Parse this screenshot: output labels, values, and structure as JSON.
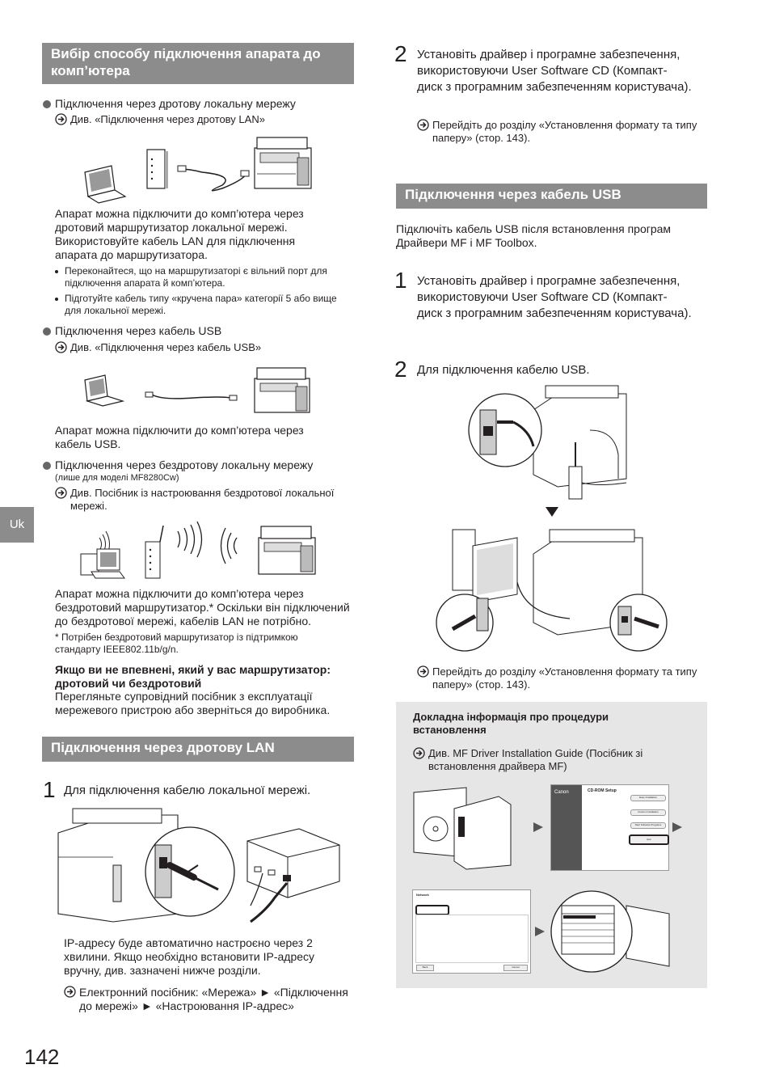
{
  "left": {
    "section1_title": "Вибір способу підключення апарата до комп’ютера",
    "wired": {
      "bullet": "Підключення через дротову локальну мережу",
      "ref": "Див. «Підключення через дротову LAN»",
      "desc": "Апарат можна підключити до комп’ютера через дротовий маршрутизатор локальної мережі. Використовуйте кабель LAN для підключення апарата до маршрутизатора.",
      "note1": "Переконайтеся, що на маршрутизаторі є вільний порт для підключення апарата й комп’ютера.",
      "note2": "Підготуйте кабель типу «кручена пара» категорії 5 або вище для локальної мережі."
    },
    "usb": {
      "bullet": "Підключення через кабель USB",
      "ref": "Див. «Підключення через кабель USB»",
      "desc": "Апарат можна підключити до комп’ютера через кабель USB."
    },
    "wireless": {
      "bullet": "Підключення через бездротову локальну мережу",
      "model_note": "(лише для моделі MF8280Cw)",
      "ref": "Див. Посібник із настроювання бездротової локальної мережі.",
      "desc": "Апарат можна підключити до комп’ютера через бездротовий маршрутизатор.* Оскільки він підключений до бездротової мережі, кабелів LAN не потрібно.",
      "footnote": "* Потрібен бездротовий маршрутизатор із підтримкою стандарту IEEE802.11b/g/n."
    },
    "unsure_heading": "Якщо ви не впевнені, який у вас маршрутизатор: дротовий чи бездротовий",
    "unsure_text": "Перегляньте супровідний посібник з експлуатації мережевого пристрою або зверніться до виробника.",
    "section2_title": "Підключення через дротову LAN",
    "lan_step1_num": "1",
    "lan_step1_text": "Для підключення кабелю локальної мережі.",
    "lan_after": "IP-адресу буде автоматично настроєно через 2 хвилини. Якщо необхідно встановити IP-адресу вручну, див. зазначені нижче розділи.",
    "lan_ref": "Електронний посібник: «Мережа» ► «Підключення до мережі» ► «Настроювання IP-адрес»"
  },
  "right": {
    "step2_num": "2",
    "step2_text": "Установіть драйвер і програмне забезпечення, використовуючи User Software CD (Компакт-диск з програмним забезпеченням користувача).",
    "step2_ref": "Перейдіть до розділу «Установлення формату та типу паперу» (стор. 143).",
    "usb_title": "Підключення через кабель USB",
    "usb_intro": "Підключіть кабель USB після встановлення програм Драйвери MF і MF Toolbox.",
    "usb_step1_num": "1",
    "usb_step1_text": "Установіть драйвер і програмне забезпечення, використовуючи User Software CD (Компакт-диск з програмним забезпеченням користувача).",
    "usb_step2_num": "2",
    "usb_step2_text": "Для підключення кабелю USB.",
    "usb_ref": "Перейдіть до розділу «Установлення формату та типу паперу» (стор. 143).",
    "info_title": "Докладна інформація про процедури встановлення",
    "info_ref": "Див. MF Driver Installation Guide (Посібник зі встановлення драйвера MF)",
    "screen_title": "CD-ROM Setup",
    "screen_brand": "Canon",
    "screen_btn1": "Easy Installation",
    "screen_btn2": "Custom Installation",
    "screen_btn3": "Start Software Programs",
    "screen_btn4": "Exit",
    "dialog_title": "Network",
    "dialog_btn_back": "Back",
    "dialog_btn_cancel": "Cancel"
  },
  "side_tab": "Uk",
  "page_number": "142"
}
